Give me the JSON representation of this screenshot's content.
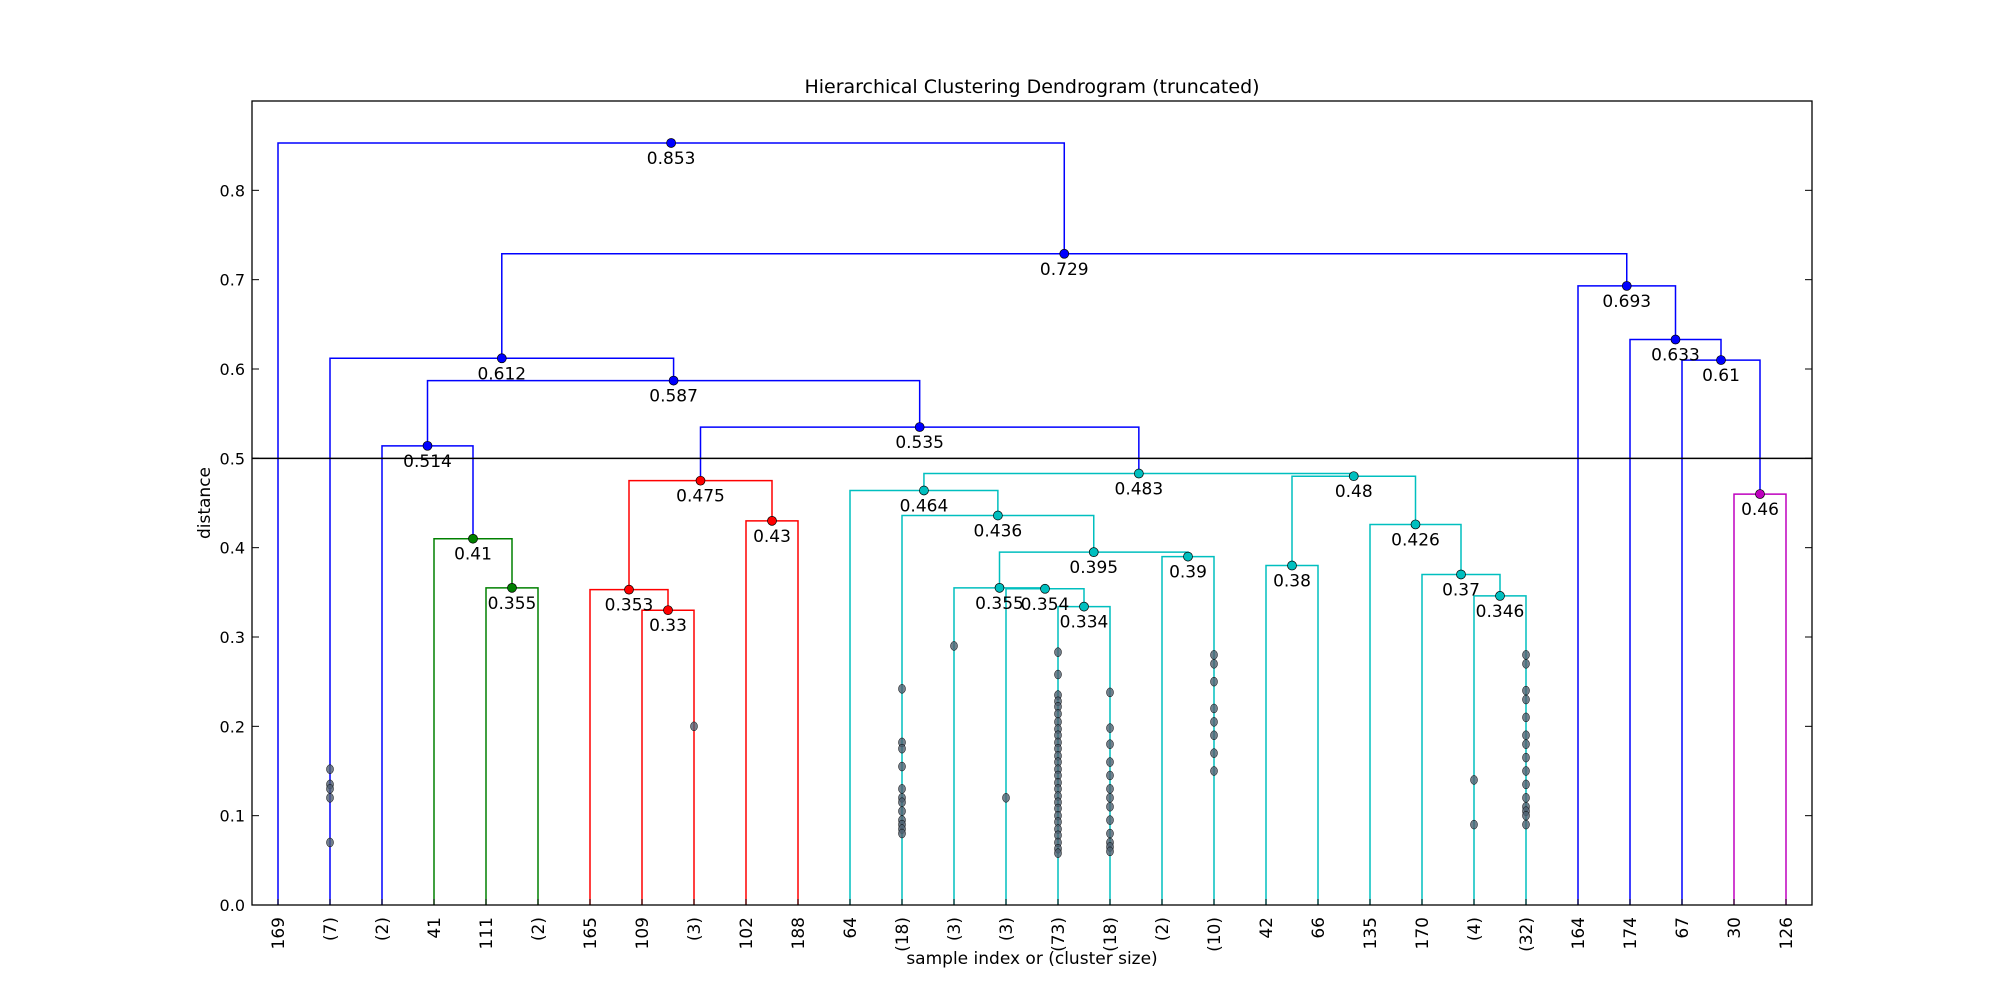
{
  "chart_data": {
    "type": "dendrogram",
    "title": "Hierarchical Clustering Dendrogram (truncated)",
    "xlabel": "sample index or (cluster size)",
    "ylabel": "distance",
    "ylim": [
      0,
      0.9
    ],
    "yticks": [
      "0.0",
      "0.1",
      "0.2",
      "0.3",
      "0.4",
      "0.5",
      "0.6",
      "0.7",
      "0.8"
    ],
    "threshold": 0.5,
    "colors": {
      "C0": "#0000ff",
      "C1": "#008000",
      "C2": "#ff0000",
      "C3": "#00bfbf",
      "C4": "#bf00bf",
      "threshold": "#000000",
      "hidden": "#4f5f6f"
    },
    "leaves": [
      "169",
      "(7)",
      "(2)",
      "41",
      "111",
      "(2)",
      "165",
      "109",
      "(3)",
      "102",
      "188",
      "64",
      "(18)",
      "(3)",
      "(3)",
      "(73)",
      "(18)",
      "(2)",
      "(10)",
      "42",
      "66",
      "135",
      "170",
      "(4)",
      "(32)",
      "164",
      "174",
      "67",
      "30",
      "126"
    ],
    "merges": [
      {
        "left": 4,
        "right": 5,
        "height": 0.355,
        "color": "C1",
        "label": "0.355"
      },
      {
        "left": 3,
        "right": 30,
        "height": 0.41,
        "color": "C1",
        "label": "0.41"
      },
      {
        "left": 2,
        "right": 31,
        "height": 0.514,
        "color": "C0",
        "label": "0.514"
      },
      {
        "left": 7,
        "right": 8,
        "height": 0.33,
        "color": "C2",
        "label": "0.33"
      },
      {
        "left": 6,
        "right": 33,
        "height": 0.353,
        "color": "C2",
        "label": "0.353"
      },
      {
        "left": 9,
        "right": 10,
        "height": 0.43,
        "color": "C2",
        "label": "0.43"
      },
      {
        "left": 34,
        "right": 35,
        "height": 0.475,
        "color": "C2",
        "label": "0.475"
      },
      {
        "left": 15,
        "right": 16,
        "height": 0.334,
        "color": "C3",
        "label": "0.334"
      },
      {
        "left": 14,
        "right": 37,
        "height": 0.354,
        "color": "C3",
        "label": "0.354"
      },
      {
        "left": 13,
        "right": 38,
        "height": 0.355,
        "color": "C3",
        "label": "0.355"
      },
      {
        "left": 17,
        "right": 18,
        "height": 0.39,
        "color": "C3",
        "label": "0.39"
      },
      {
        "left": 39,
        "right": 40,
        "height": 0.395,
        "color": "C3",
        "label": "0.395"
      },
      {
        "left": 12,
        "right": 41,
        "height": 0.436,
        "color": "C3",
        "label": "0.436"
      },
      {
        "left": 11,
        "right": 42,
        "height": 0.464,
        "color": "C3",
        "label": "0.464"
      },
      {
        "left": 19,
        "right": 20,
        "height": 0.38,
        "color": "C3",
        "label": "0.38"
      },
      {
        "left": 23,
        "right": 24,
        "height": 0.346,
        "color": "C3",
        "label": "0.346"
      },
      {
        "left": 22,
        "right": 45,
        "height": 0.37,
        "color": "C3",
        "label": "0.37"
      },
      {
        "left": 21,
        "right": 46,
        "height": 0.426,
        "color": "C3",
        "label": "0.426"
      },
      {
        "left": 44,
        "right": 47,
        "height": 0.48,
        "color": "C3",
        "label": "0.48"
      },
      {
        "left": 43,
        "right": 48,
        "height": 0.483,
        "color": "C3",
        "label": "0.483"
      },
      {
        "left": 36,
        "right": 49,
        "height": 0.535,
        "color": "C0",
        "label": "0.535"
      },
      {
        "left": 32,
        "right": 50,
        "height": 0.587,
        "color": "C0",
        "label": "0.587"
      },
      {
        "left": 1,
        "right": 51,
        "height": 0.612,
        "color": "C0",
        "label": "0.612"
      },
      {
        "left": 28,
        "right": 29,
        "height": 0.46,
        "color": "C4",
        "label": "0.46"
      },
      {
        "left": 27,
        "right": 53,
        "height": 0.61,
        "color": "C0",
        "label": "0.61"
      },
      {
        "left": 26,
        "right": 54,
        "height": 0.633,
        "color": "C0",
        "label": "0.633"
      },
      {
        "left": 25,
        "right": 55,
        "height": 0.693,
        "color": "C0",
        "label": "0.693"
      },
      {
        "left": 52,
        "right": 56,
        "height": 0.729,
        "color": "C0",
        "label": "0.729"
      },
      {
        "left": 0,
        "right": 57,
        "height": 0.853,
        "color": "C0",
        "label": "0.853"
      }
    ],
    "hidden_merge_heights": [
      {
        "leaf": 1,
        "values": [
          0.152,
          0.135,
          0.13,
          0.12,
          0.07
        ]
      },
      {
        "leaf": 8,
        "values": [
          0.2
        ]
      },
      {
        "leaf": 12,
        "values": [
          0.242,
          0.182,
          0.175,
          0.155,
          0.13,
          0.12,
          0.115,
          0.105,
          0.095,
          0.09,
          0.085,
          0.08
        ]
      },
      {
        "leaf": 13,
        "values": [
          0.29
        ]
      },
      {
        "leaf": 14,
        "values": [
          0.12
        ]
      },
      {
        "leaf": 15,
        "values": [
          0.283,
          0.258,
          0.235,
          0.228,
          0.222,
          0.214,
          0.205,
          0.197,
          0.19,
          0.182,
          0.175,
          0.167,
          0.16,
          0.152,
          0.145,
          0.137,
          0.13,
          0.122,
          0.115,
          0.108,
          0.1,
          0.093,
          0.085,
          0.078,
          0.07,
          0.063,
          0.058
        ]
      },
      {
        "leaf": 16,
        "values": [
          0.238,
          0.198,
          0.18,
          0.16,
          0.145,
          0.13,
          0.12,
          0.11,
          0.095,
          0.08,
          0.07,
          0.065,
          0.06
        ]
      },
      {
        "leaf": 18,
        "values": [
          0.28,
          0.27,
          0.25,
          0.22,
          0.205,
          0.19,
          0.17,
          0.15
        ]
      },
      {
        "leaf": 23,
        "values": [
          0.14,
          0.09
        ]
      },
      {
        "leaf": 24,
        "values": [
          0.28,
          0.27,
          0.24,
          0.23,
          0.21,
          0.19,
          0.18,
          0.165,
          0.15,
          0.135,
          0.12,
          0.11,
          0.105,
          0.1,
          0.09
        ]
      }
    ]
  }
}
